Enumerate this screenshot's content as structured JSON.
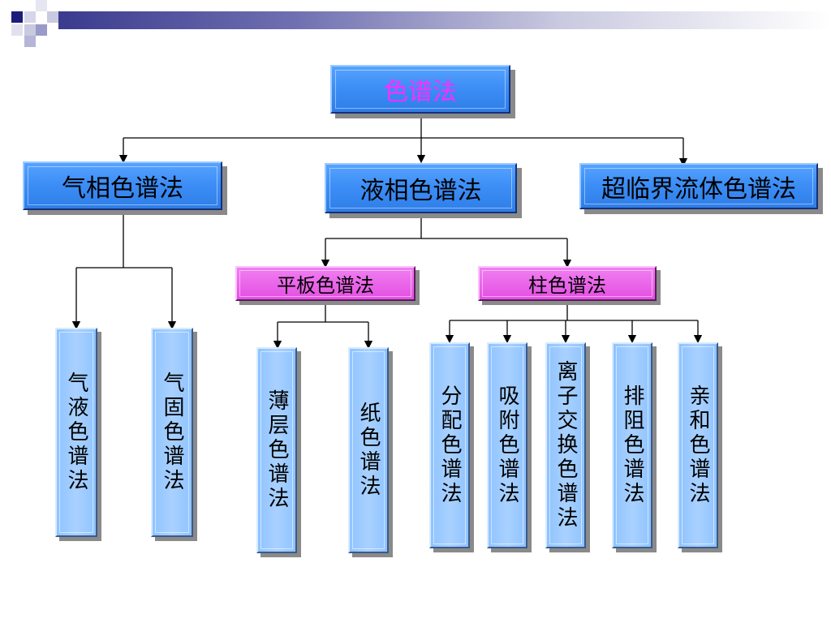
{
  "nodes": {
    "root": "色谱法",
    "gas": "气相色谱法",
    "liquid": "液相色谱法",
    "supercritical": "超临界流体色谱法",
    "planar": "平板色谱法",
    "column": "柱色谱法",
    "gas_liquid": "气液色谱法",
    "gas_solid": "气固色谱法",
    "thin_layer": "薄层色谱法",
    "paper": "纸色谱法",
    "partition": "分配色谱法",
    "adsorption": "吸附色谱法",
    "ion_exchange": "离子交换色谱法",
    "exclusion": "排阻色谱法",
    "affinity": "亲和色谱法"
  },
  "colors": {
    "root_text": "#ff2cff",
    "blue_box": "#3d8ef6",
    "pink_box": "#e34fe3",
    "light_box": "#a9d1ff",
    "header_bar": "#3b3b8f"
  }
}
